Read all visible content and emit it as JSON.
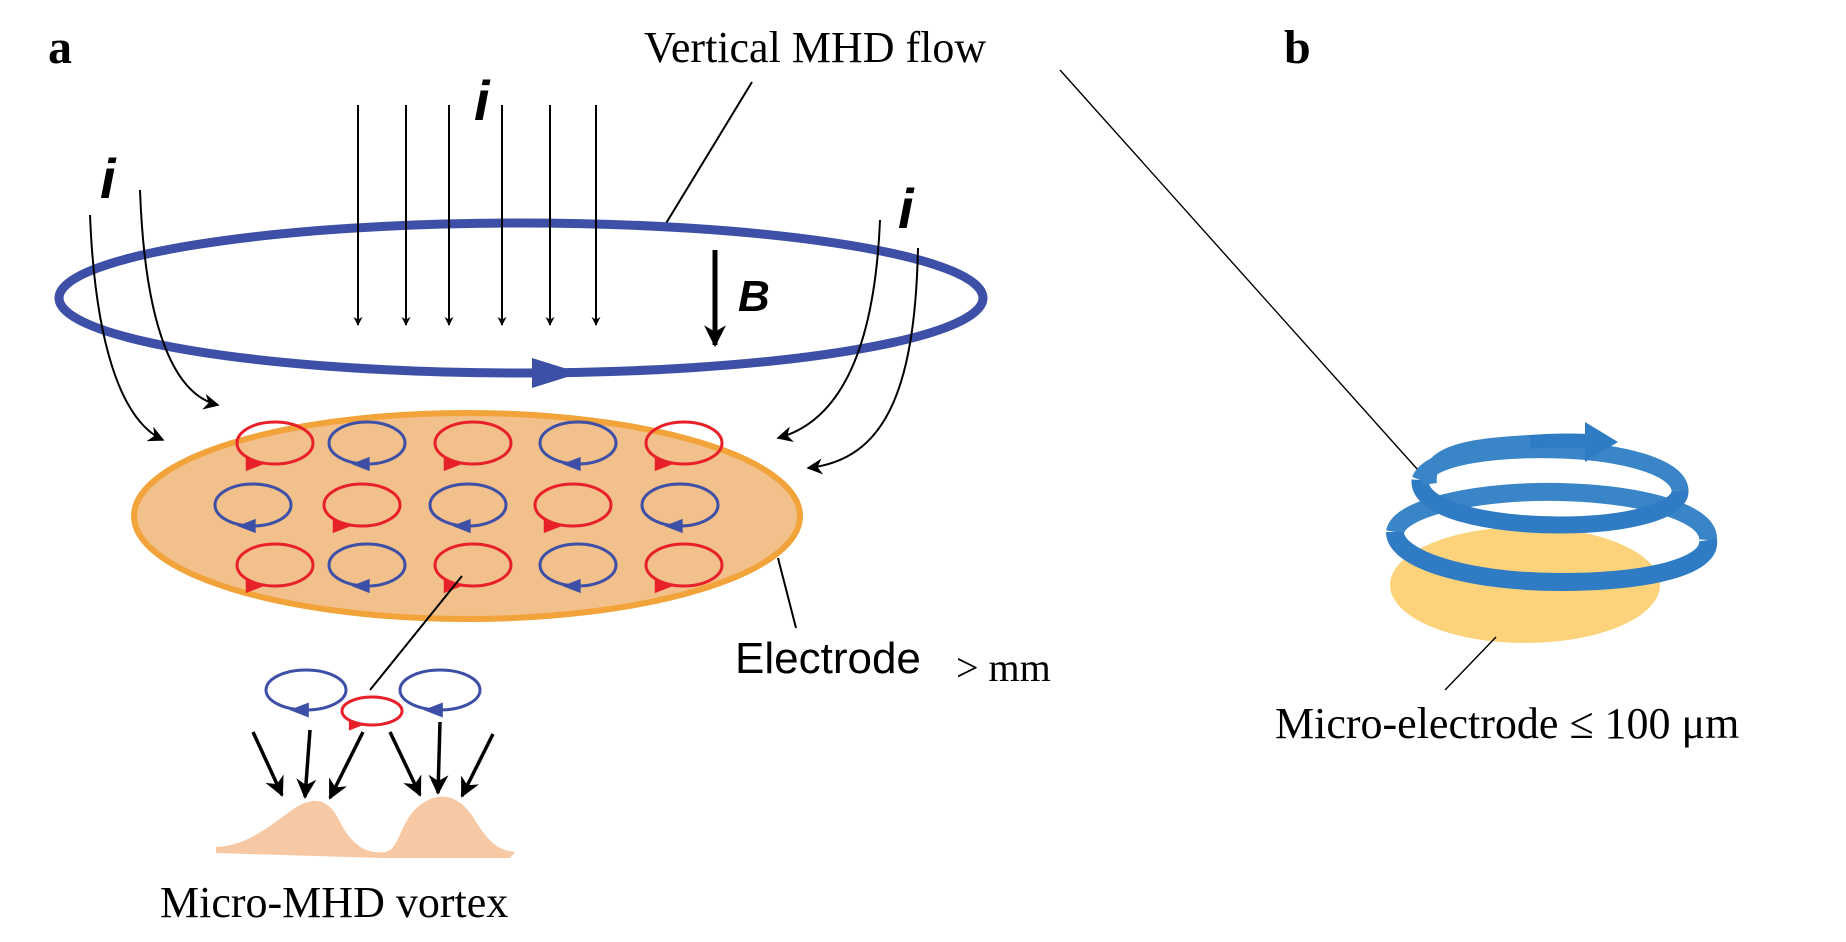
{
  "panels": {
    "a": {
      "label": "a"
    },
    "b": {
      "label": "b"
    }
  },
  "labels": {
    "vertical_mhd_flow": "Vertical MHD flow",
    "current": "i",
    "magnetic_field": "B",
    "electrode": "Electrode",
    "electrode_size": "> mm",
    "micro_mhd_vortex": "Micro-MHD vortex",
    "micro_electrode": "Micro-electrode ≤ 100 μm"
  },
  "colors": {
    "loop_blue": "#3d4fa6",
    "vortex_red": "#e8202a",
    "vortex_blue": "#3d4fa6",
    "electrode_fill": "#f2c08a",
    "electrode_rim": "#f2a33a",
    "bump_fill": "#f6c9a4",
    "helix_blue": "#2f7cc4",
    "micro_electrode_fill": "#fcd37a"
  },
  "vortex_grid": [
    [
      "red",
      "blue",
      "red",
      "blue",
      "red"
    ],
    [
      "blue",
      "red",
      "blue",
      "red",
      "blue"
    ],
    [
      "red",
      "blue",
      "red",
      "blue",
      "red"
    ]
  ],
  "detail_vortices": [
    "blue",
    "red",
    "blue"
  ]
}
